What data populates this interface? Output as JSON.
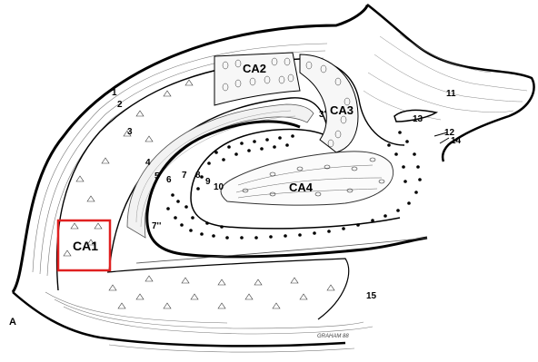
{
  "figure": {
    "panel_letter": "A",
    "signature": "GRAHAM 88",
    "highlight_color": "#e02020",
    "regions": {
      "ca1": "CA1",
      "ca2": "CA2",
      "ca3": "CA3",
      "ca4": "CA4"
    },
    "numbers": {
      "n1": "1",
      "n2": "2",
      "n3": "3",
      "n3p": "3'",
      "n4": "4",
      "n5": "5",
      "n6": "6",
      "n7": "7",
      "n7pp": "7''",
      "n8": "8",
      "n9": "9",
      "n10": "10",
      "n11": "11",
      "n12": "12",
      "n13": "13",
      "n14": "14",
      "n15": "15"
    }
  }
}
